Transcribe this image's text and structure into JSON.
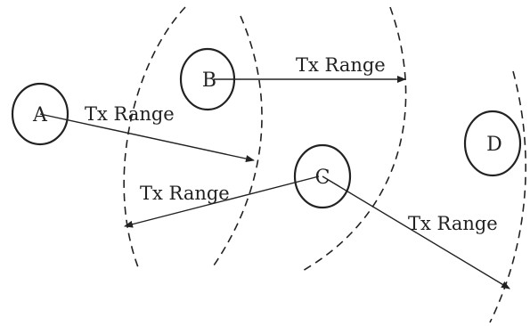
{
  "nodes": [
    {
      "id": "A",
      "label": "A"
    },
    {
      "id": "B",
      "label": "B"
    },
    {
      "id": "C",
      "label": "C"
    },
    {
      "id": "D",
      "label": "D"
    }
  ],
  "ranges": [
    {
      "from": "A",
      "label": "Tx Range"
    },
    {
      "from": "B",
      "label": "Tx Range"
    },
    {
      "from": "C",
      "label": "Tx Range"
    },
    {
      "from": "C",
      "label": "Tx Range"
    }
  ],
  "colors": {
    "ink": "#222222",
    "background": "#ffffff"
  }
}
